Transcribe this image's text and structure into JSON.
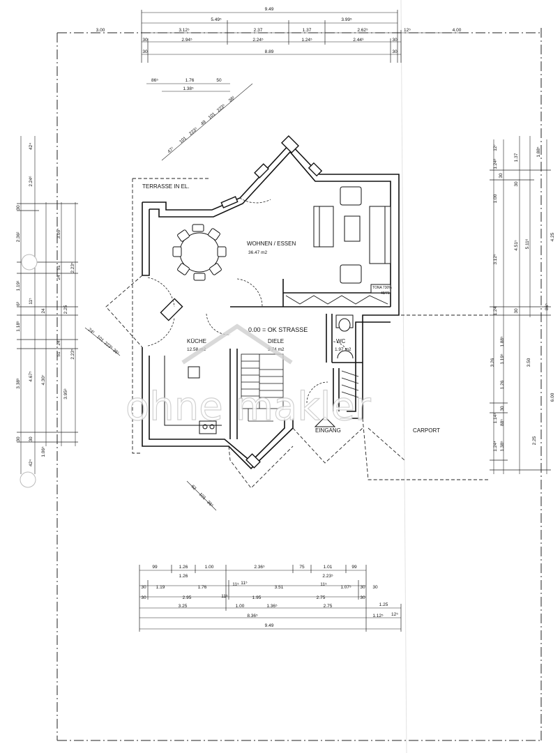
{
  "watermark": "ohne makler",
  "rooms": {
    "terrace": "TERRASSE IN EL.",
    "living": "WOHNEN / ESSEN",
    "living_area": "36.47 m2",
    "kitchen": "KÜCHE",
    "kitchen_area": "12.58 m2",
    "hall": "DIELE",
    "hall_area": "9.74 m2",
    "wc": "WC",
    "wc_area": "1.97 m2",
    "level": "0.00 = OK STRASSE",
    "entrance": "EINGANG",
    "carport": "CARPORT",
    "stove_a": "TONA 730%",
    "stove_b": "48/71"
  },
  "dims": {
    "top": {
      "overall": "9.49",
      "r1": [
        "3.00",
        "3.12⁵",
        "2.37",
        "1.37",
        "2.62⁵",
        "12⁵",
        "4.00"
      ],
      "r1b": [
        "5.49⁵",
        "3.99⁵"
      ],
      "r2": [
        "30",
        "2.94⁵",
        "2.24⁵",
        "1.24⁵",
        "2.44⁹",
        "30"
      ],
      "r3": [
        "30",
        "8.89",
        "30"
      ],
      "bay": [
        "86⁵",
        "1.76",
        "50",
        "1.38⁵"
      ],
      "bay_diag": [
        "47⁷",
        "101",
        "223⁵",
        "49",
        "101",
        "223⁵",
        "36¹"
      ]
    },
    "left": {
      "outer": [
        "42⁴",
        "2.24⁶",
        "30",
        "2.36²",
        "1.19¹",
        "6³",
        "1.18⁹",
        "3.38⁹",
        "30"
      ],
      "mid": [
        "3.05⁷",
        "51",
        "24",
        "2.25",
        "24",
        "51",
        "3.95⁸"
      ],
      "inner": [
        "2.23⁵",
        "2.23⁵",
        "11⁵",
        "24",
        "4.67⁵",
        "4.30⁷"
      ],
      "lower": [
        "42⁴",
        "1.06⁵",
        "30"
      ],
      "door_diag": [
        "24¹",
        "101",
        "223⁵",
        "36¹"
      ]
    },
    "right": {
      "c1": [
        "1.24⁶",
        "30",
        "1.00",
        "3.12⁵",
        "1.24",
        "1.88⁵",
        "1.19⁵",
        "1.26",
        "30",
        "88⁵",
        "1.14¹",
        "1.38⁵",
        "1.24⁴",
        "12⁷"
      ],
      "c2": [
        "1.37",
        "30",
        "4.51⁵",
        "30",
        "3.26"
      ],
      "c3": [
        "1.88⁵",
        "5.11⁶",
        "86⁵",
        "3.50"
      ],
      "c4": [
        "4.25",
        "6.00",
        "2.25"
      ]
    },
    "bottom": {
      "r1": [
        "99",
        "1.26",
        "1.00",
        "2.36⁵",
        "75",
        "1.01",
        "99"
      ],
      "r1b": [
        "1.26",
        "2.23⁵"
      ],
      "r2": [
        "30",
        "1.19",
        "1.76",
        "11⁵",
        "11⁵",
        "3.51",
        "11⁵",
        "1.07⁵",
        "30",
        "30"
      ],
      "r3": [
        "30",
        "2.95",
        "11⁵",
        "2.75",
        "30"
      ],
      "r4": [
        "3.25",
        "1.00",
        "1.95",
        "1.36⁵",
        "2.75",
        "1.25"
      ],
      "r5": [
        "8.36⁵",
        "1.12⁵",
        "12⁵"
      ],
      "overall": "9.49",
      "entry_diag": [
        "62",
        "101",
        "36⁵"
      ]
    }
  }
}
